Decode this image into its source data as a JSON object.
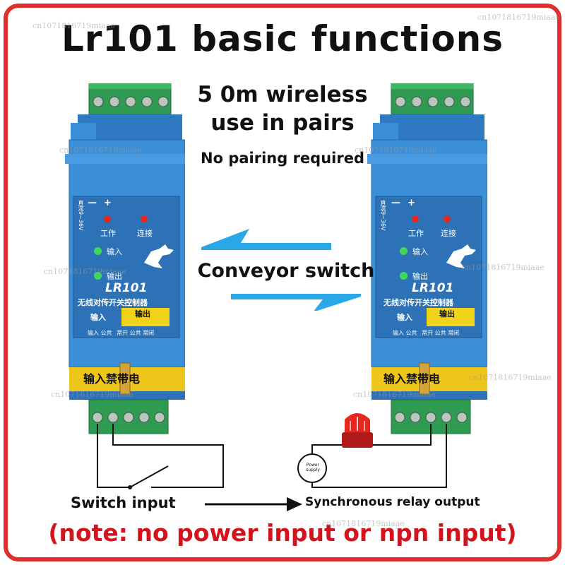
{
  "title": "Lr101 basic functions",
  "subtitle": {
    "line1": "5 0m wireless",
    "line2": "use in pairs",
    "line3": "No pairing required"
  },
  "middle_label": "Conveyor switch",
  "device": {
    "model": "LR101",
    "name_cn": "无线对传开关控制器",
    "voltage_cn": "直流9~36V",
    "led_work": "工作",
    "led_connect": "连接",
    "led_input": "输入",
    "led_output": "输出",
    "section_input": "输入",
    "section_output": "输出",
    "term_input": "输入",
    "term_common": "公共",
    "term_no": "常开",
    "term_com": "公共",
    "term_nc": "常闭",
    "warning": "输入禁带电",
    "minus": "—",
    "plus": "+"
  },
  "labels": {
    "switch_input": "Switch input",
    "relay_output": "Synchronous relay output",
    "power_supply": "Power supply"
  },
  "note": "(note: no power input or npn input)",
  "watermark": "cn1071816719miaae",
  "colors": {
    "device_blue": "#3a8fd8",
    "terminal_green": "#2f9a52",
    "label_yellow": "#f3d21a",
    "arrow_blue": "#2aa7e8",
    "note_red": "#d4141c"
  }
}
